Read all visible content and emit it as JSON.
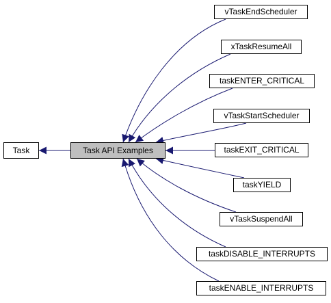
{
  "colors": {
    "edge": "#191970",
    "current_fill": "#bfbfbf",
    "node_fill": "#ffffff",
    "border": "#000000"
  },
  "nodes": {
    "task": "Task",
    "api_examples": "Task API Examples",
    "children": [
      "vTaskEndScheduler",
      "xTaskResumeAll",
      "taskENTER_CRITICAL",
      "vTaskStartScheduler",
      "taskEXIT_CRITICAL",
      "taskYIELD",
      "vTaskSuspendAll",
      "taskDISABLE_INTERRUPTS",
      "taskENABLE_INTERRUPTS"
    ]
  }
}
